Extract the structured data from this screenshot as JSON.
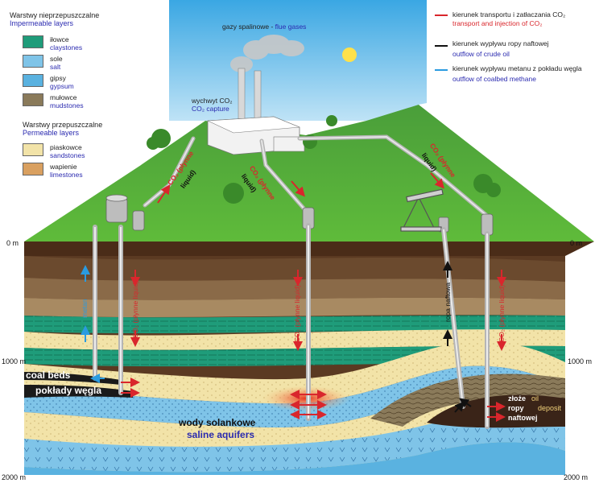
{
  "legend": {
    "impermeable_title": "Warstwy nieprzepuszczalne",
    "impermeable_title_en": "Impermeable layers",
    "permeable_title": "Warstwy przepuszczalne",
    "permeable_title_en": "Permeable layers",
    "items": [
      {
        "pl": "iłowce",
        "en": "claystones",
        "color": "#1f9c7a"
      },
      {
        "pl": "sole",
        "en": "salt",
        "color": "#7fc4e8"
      },
      {
        "pl": "gipsy",
        "en": "gypsum",
        "color": "#5ab2e0"
      },
      {
        "pl": "mułowce",
        "en": "mudstones",
        "color": "#8a7a5a"
      },
      {
        "pl": "piaskowce",
        "en": "sandstones",
        "color": "#f2e3a8"
      },
      {
        "pl": "wapienie",
        "en": "limestones",
        "color": "#d9a060"
      }
    ]
  },
  "arrows_legend": [
    {
      "pl": "kierunek  transportu i zatłaczania CO₂",
      "en": "transport and injection of CO₂",
      "color": "#d9262c"
    },
    {
      "pl": "kierunek  wypływu ropy naftowej",
      "en": "outflow of crude oil",
      "color": "#111111"
    },
    {
      "pl": "kierunek  wypływu metanu z pokładu węgla",
      "en": "outflow of coalbed methane",
      "color": "#2a9be0"
    }
  ],
  "labels": {
    "flue_gases_pl": "gazy spalinowe - ",
    "flue_gases_en": "flue gases",
    "capture_pl": "wychwyt CO₂",
    "capture_en": "CO₂ capture",
    "co2_liquid_1": "CO₂ (płynne",
    "co2_liquid_2": "liquid)",
    "co2_side": "CO₂ (płynne liquid)",
    "methane": "metan",
    "oil_flow": "ropa naftowa",
    "coal_beds_en": "coal beds",
    "coal_beds_pl": "pokłady węgla",
    "saline_pl": "wody solankowe",
    "saline_en": "saline aquifers",
    "oil_deposit_pl_1": "złoże",
    "oil_deposit_pl_2": "ropy",
    "oil_deposit_pl_3": "naftowej",
    "oil_deposit_en_1": "oil",
    "oil_deposit_en_2": "deposit",
    "depth_0": "0 m",
    "depth_1000": "1000 m",
    "depth_2000": "2000 m"
  }
}
